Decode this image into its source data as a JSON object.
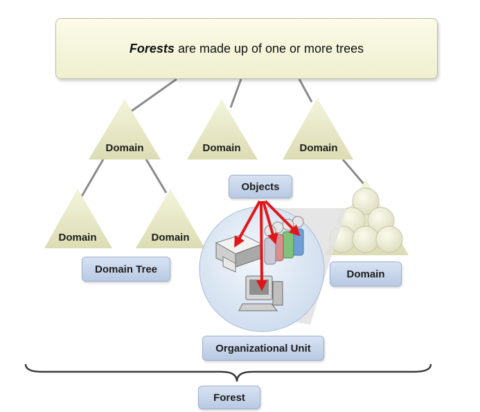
{
  "banner": {
    "emphasis": "Forests",
    "text": " are made up of one or more trees"
  },
  "domains": {
    "root_left": "Domain",
    "root_middle": "Domain",
    "root_right": "Domain",
    "child_left": "Domain",
    "child_right": "Domain"
  },
  "labels": {
    "objects": "Objects",
    "domain_tree": "Domain Tree",
    "domain": "Domain",
    "organizational_unit": "Organizational Unit",
    "forest": "Forest"
  },
  "icons": [
    "printer-icon",
    "users-icon",
    "computer-icon"
  ],
  "colors": {
    "triangle_fill": "#ededcd",
    "label_fill": "#c5d4ea",
    "arrow": "#e0161a"
  }
}
